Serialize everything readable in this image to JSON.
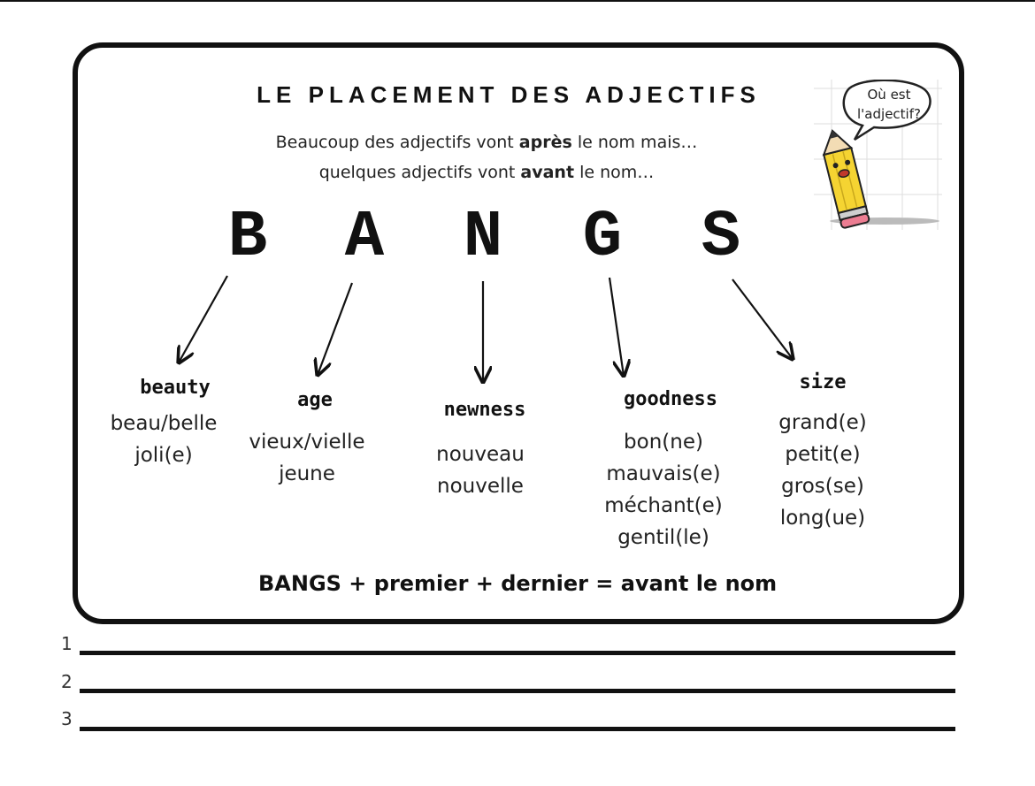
{
  "title": "LE PLACEMENT DES ADJECTIFS",
  "subtitle1": {
    "pre": "Beaucoup des adjectifs vont ",
    "bold": "après",
    "post": " le nom mais…"
  },
  "subtitle2": {
    "pre": "quelques adjectifs vont ",
    "bold": "avant",
    "post": " le nom…"
  },
  "bubble": {
    "line1": "Où est",
    "line2": "l'adjectif?"
  },
  "letters": [
    "B",
    "A",
    "N",
    "G",
    "S"
  ],
  "categories": [
    {
      "name": "beauty",
      "examples": [
        "beau/belle",
        "joli(e)"
      ]
    },
    {
      "name": "age",
      "examples": [
        "vieux/vielle",
        "jeune"
      ]
    },
    {
      "name": "newness",
      "examples": [
        "nouveau",
        "nouvelle"
      ]
    },
    {
      "name": "goodness",
      "examples": [
        "bon(ne)",
        "mauvais(e)",
        "méchant(e)",
        "gentil(le)"
      ]
    },
    {
      "name": "size",
      "examples": [
        "grand(e)",
        "petit(e)",
        "gros(se)",
        "long(ue)"
      ]
    }
  ],
  "rule": "BANGS + premier + dernier = avant le nom",
  "line_numbers": [
    "1",
    "2",
    "3"
  ],
  "colors": {
    "ink": "#111111",
    "pencil_yellow": "#f5d432",
    "eraser_pink": "#ec7d92"
  }
}
